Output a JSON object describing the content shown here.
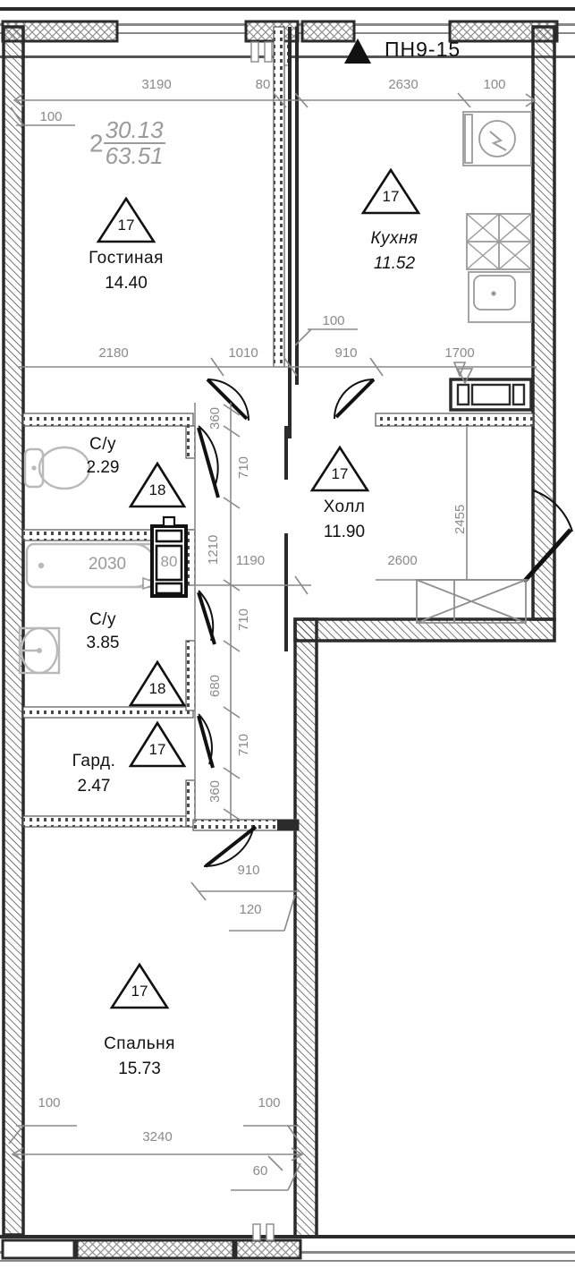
{
  "plan": {
    "code_label": "ПН9-15",
    "marker_icon": "triangle-up-icon",
    "apartment_rooms": "2",
    "living_area": "30.13",
    "total_area": "63.51"
  },
  "rooms": [
    {
      "id": "living",
      "name": "Гостиная",
      "area": "14.40",
      "tag": "17",
      "italic": false
    },
    {
      "id": "kitchen",
      "name": "Кухня",
      "area": "11.52",
      "tag": "17",
      "italic": true
    },
    {
      "id": "wc1",
      "name": "С/у",
      "area": "2.29",
      "tag": "18",
      "italic": false
    },
    {
      "id": "wc2",
      "name": "С/у",
      "area": "3.85",
      "tag": "18",
      "italic": false
    },
    {
      "id": "hall",
      "name": "Холл",
      "area": "11.90",
      "tag": "17",
      "italic": false
    },
    {
      "id": "closet",
      "name": "Гард.",
      "area": "2.47",
      "tag": "17",
      "italic": false
    },
    {
      "id": "bedroom",
      "name": "Спальня",
      "area": "15.73",
      "tag": "17",
      "italic": false
    }
  ],
  "dimensions": {
    "top_chain": [
      "3190",
      "80",
      "2630",
      "100"
    ],
    "living_left": "100",
    "mid_chain": [
      "2180",
      "1010",
      "910",
      "1700"
    ],
    "kitchen_note": "100",
    "vertical_chain": [
      "360",
      "710",
      "1210",
      "710",
      "680",
      "710",
      "360"
    ],
    "hall_width": "1190",
    "hall_depth": "2455",
    "closet_width": "2600",
    "door_910": "910",
    "wall_120": "120",
    "bedroom_left": "100",
    "bedroom_right": "100",
    "bedroom_width": "3240",
    "wall_60": "60",
    "bath_length": "2030",
    "shaft_width": "80"
  },
  "fixtures": [
    {
      "id": "toilet",
      "icon": "toilet-icon"
    },
    {
      "id": "bathtub",
      "icon": "bathtub-icon",
      "label": "2030"
    },
    {
      "id": "washbasin",
      "icon": "washbasin-icon"
    },
    {
      "id": "washer",
      "icon": "washing-machine-icon"
    },
    {
      "id": "stove",
      "icon": "stove-icon"
    },
    {
      "id": "sink",
      "icon": "kitchen-sink-icon"
    },
    {
      "id": "shaft",
      "icon": "vent-shaft-icon",
      "label": "80"
    },
    {
      "id": "storage",
      "icon": "storage-closet-icon"
    }
  ],
  "colors": {
    "wall": "#2b2b2b",
    "dim": "#8a8a8a",
    "fixture": "#b9b9b9",
    "text": "#111111",
    "apt_label": "#9b9b9b"
  }
}
